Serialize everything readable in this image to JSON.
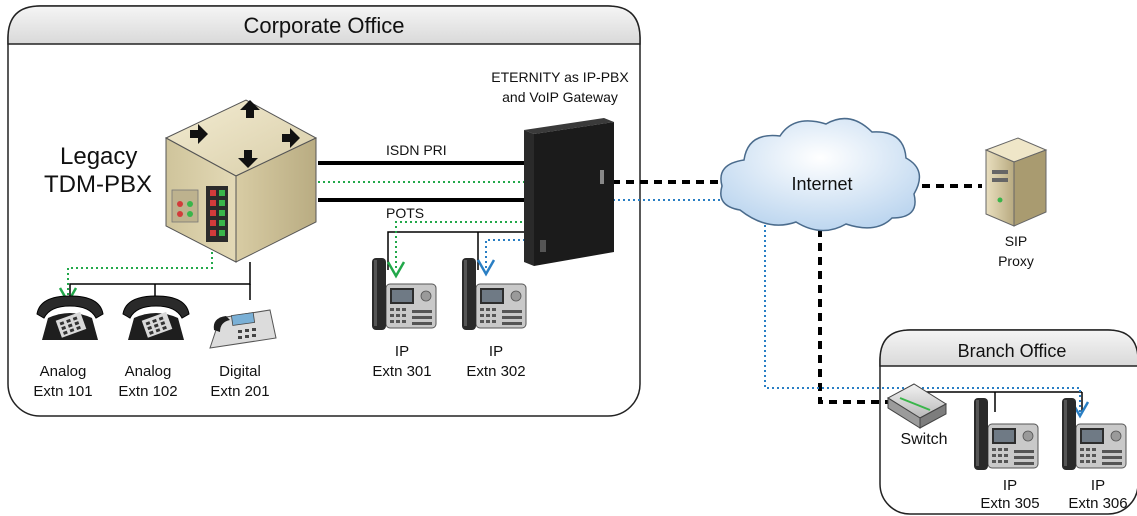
{
  "corporate_office": {
    "title": "Corporate Office"
  },
  "branch_office": {
    "title": "Branch Office"
  },
  "legacy_pbx": {
    "line1": "Legacy",
    "line2": "TDM-PBX"
  },
  "eternity": {
    "line1": "ETERNITY as IP-PBX",
    "line2": "and VoIP Gateway"
  },
  "links": {
    "isdn": "ISDN PRI",
    "pots": "POTS"
  },
  "internet": {
    "label": "Internet"
  },
  "sip_proxy": {
    "line1": "SIP",
    "line2": "Proxy"
  },
  "switch": {
    "label": "Switch"
  },
  "phones": {
    "analog101": {
      "line1": "Analog",
      "line2": "Extn 101"
    },
    "analog102": {
      "line1": "Analog",
      "line2": "Extn 102"
    },
    "digital201": {
      "line1": "Digital",
      "line2": "Extn 201"
    },
    "ip301": {
      "line1": "IP",
      "line2": "Extn 301"
    },
    "ip302": {
      "line1": "IP",
      "line2": "Extn 302"
    },
    "ip305": {
      "line1": "IP",
      "line2": "Extn 305"
    },
    "ip306": {
      "line1": "IP",
      "line2": "Extn 306"
    }
  },
  "colors": {
    "green_path": "#22a84a",
    "blue_path": "#2a7fc4",
    "header_fill": "#e6e6e6",
    "device_black": "#1b1b1b"
  },
  "icons": [
    "pbx-cube-icon",
    "eternity-box-icon",
    "cloud-icon",
    "server-icon",
    "switch-icon",
    "analog-phone-icon",
    "digital-phone-icon",
    "ip-phone-icon",
    "arrow-down-icon"
  ]
}
